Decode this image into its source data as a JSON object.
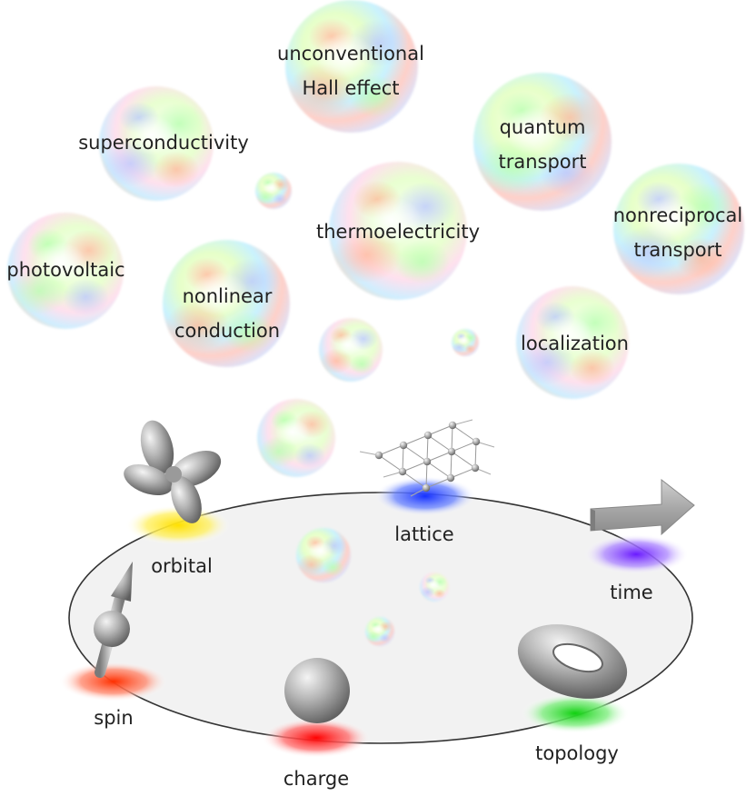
{
  "bubbles": {
    "unconventional_hall": [
      "unconventional",
      "Hall effect"
    ],
    "superconductivity": [
      "superconductivity"
    ],
    "quantum_transport": [
      "quantum",
      "transport"
    ],
    "thermoelectricity": [
      "thermoelectricity"
    ],
    "nonreciprocal_transport": [
      "nonreciprocal",
      "transport"
    ],
    "photovoltaic": [
      "photovoltaic"
    ],
    "nonlinear_conduction": [
      "nonlinear",
      "conduction"
    ],
    "localization": [
      "localization"
    ]
  },
  "degrees_of_freedom": {
    "orbital": "orbital",
    "lattice": "lattice",
    "time": "time",
    "spin": "spin",
    "charge": "charge",
    "topology": "topology"
  },
  "colors": {
    "orbital": "#ffe000",
    "lattice": "#1a3cff",
    "time": "#7a33ff",
    "spin": "#ff3a1a",
    "charge": "#ff1a1a",
    "topology": "#22dd22",
    "platform": "#f2f2f2"
  }
}
